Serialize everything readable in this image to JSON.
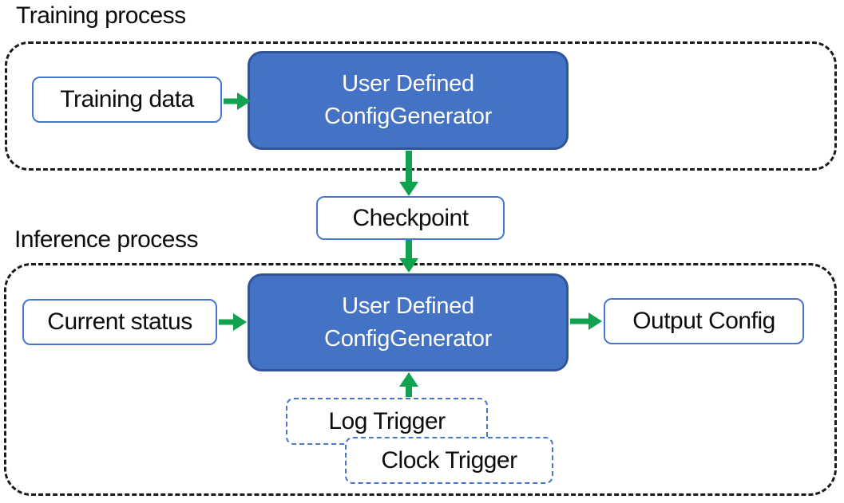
{
  "colors": {
    "node_blue_fill": "#4472C4",
    "node_blue_border": "#2F5597",
    "white_box_border": "#4777CB",
    "trigger_dash_blue": "#4777CB",
    "arrow_green": "#10A24F",
    "container_dash_black": "#1A1A1A",
    "text_dark": "#0D0D0D",
    "text_on_blue": "#FFFFFF"
  },
  "training": {
    "title": "Training process",
    "training_data": {
      "label": "Training data"
    },
    "generator": {
      "line1": "User Defined",
      "line2": "ConfigGenerator"
    }
  },
  "checkpoint": {
    "label": "Checkpoint"
  },
  "inference": {
    "title": "Inference process",
    "current_status": {
      "label": "Current status"
    },
    "generator": {
      "line1": "User Defined",
      "line2": "ConfigGenerator"
    },
    "output_config": {
      "label": "Output Config"
    },
    "log_trigger": {
      "label": "Log Trigger"
    },
    "clock_trigger": {
      "label": "Clock Trigger"
    }
  }
}
